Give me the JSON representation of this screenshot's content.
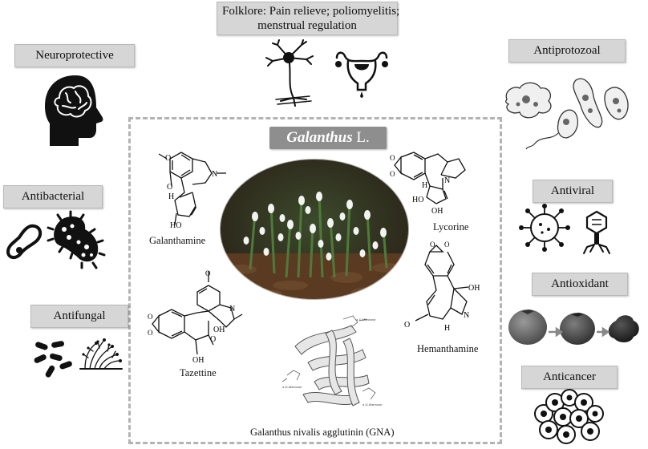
{
  "center": {
    "genus": "Galanthus",
    "genus_suffix": "L."
  },
  "categories": {
    "folklore": "Folklore: Pain relieve; poliomyelitis;",
    "folklore_line2": "menstrual regulation",
    "neuroprotective": "Neuroprotective",
    "antibacterial": "Antibacterial",
    "antifungal": "Antifungal",
    "antiprotozoal": "Antiprotozoal",
    "antiviral": "Antiviral",
    "antioxidant": "Antioxidant",
    "anticancer": "Anticancer"
  },
  "compounds": {
    "galanthamine": "Galanthamine",
    "lycorine": "Lycorine",
    "tazettine": "Tazettine",
    "hemanthamine": "Hemanthamine",
    "gna": "Galanthus nivalis agglutinin (GNA)"
  },
  "atoms": {
    "n": "N",
    "h": "H",
    "ho": "HO",
    "oh": "OH",
    "o": "O"
  },
  "colors": {
    "label_bg": "#d6d6d6",
    "title_bg": "#8e8e8e",
    "dash": "#b3b3b3"
  }
}
